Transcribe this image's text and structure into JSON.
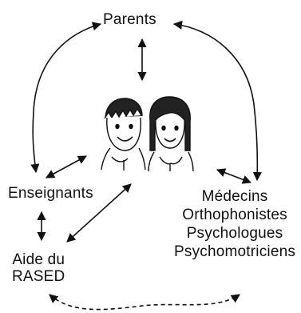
{
  "nodes": {
    "parents": "Parents",
    "enseignants": "Enseignants",
    "aide_line1": "Aide du",
    "aide_line2": "RASED",
    "professionals": [
      "Médecins",
      "Orthophonistes",
      "Psychologues",
      "Psychomotriciens"
    ]
  },
  "illustration": {
    "subject": "two-children-icon"
  },
  "colors": {
    "ink": "#111111",
    "background": "#ffffff"
  }
}
